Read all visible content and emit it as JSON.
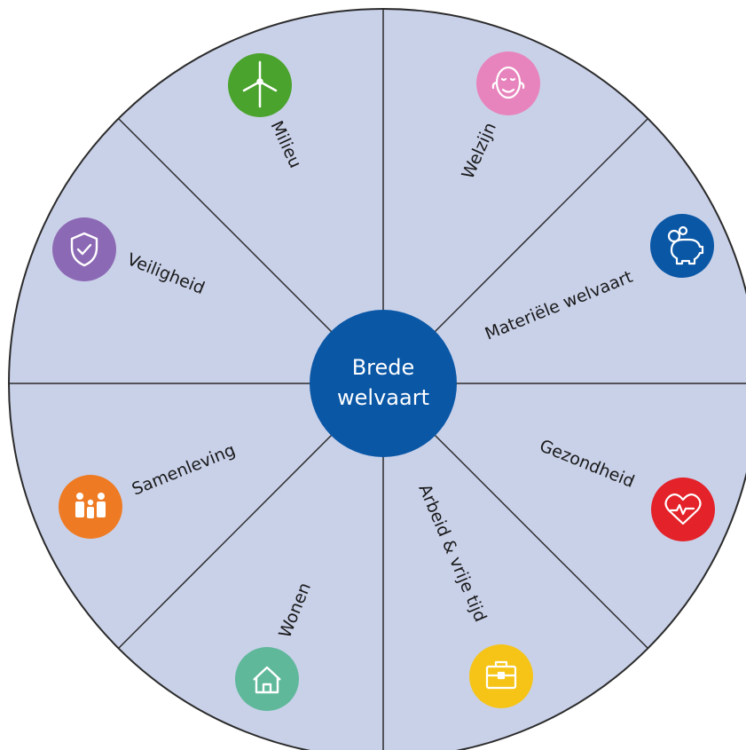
{
  "center": {
    "line1": "Brede",
    "line2": "welvaart"
  },
  "colors": {
    "wheel_fill": "#c9d1e9",
    "wheel_stroke": "#2b2b2b",
    "center_fill": "#0a57a6"
  },
  "segments": [
    {
      "id": "milieu",
      "label": "Milieu",
      "icon": "wind-turbine-icon",
      "color": "#4aa32c"
    },
    {
      "id": "welzijn",
      "label": "Welzijn",
      "icon": "face-icon",
      "color": "#e884bd"
    },
    {
      "id": "materiele",
      "label": "Materiële welvaart",
      "icon": "piggy-bank-icon",
      "color": "#0a57a6"
    },
    {
      "id": "gezondheid",
      "label": "Gezondheid",
      "icon": "heart-pulse-icon",
      "color": "#e42229"
    },
    {
      "id": "arbeid",
      "label": "Arbeid & vrije tijd",
      "icon": "briefcase-icon",
      "color": "#f6c417"
    },
    {
      "id": "wonen",
      "label": "Wonen",
      "icon": "house-icon",
      "color": "#5fb89a"
    },
    {
      "id": "samenleving",
      "label": "Samenleving",
      "icon": "people-icon",
      "color": "#ee7b23"
    },
    {
      "id": "veiligheid",
      "label": "Veiligheid",
      "icon": "shield-check-icon",
      "color": "#8c69b4"
    }
  ]
}
